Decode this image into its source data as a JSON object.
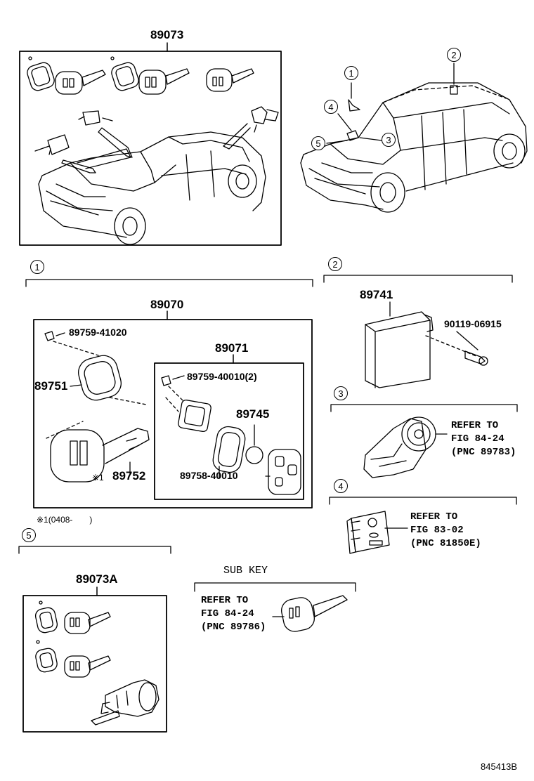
{
  "groups": {
    "top_kit": "89073",
    "transponder_kit": "89070",
    "transmitter_kit": "89071",
    "ecu": "89741",
    "sub_kit": "89073A",
    "sub_key": "SUB KEY"
  },
  "parts": {
    "p89759_41020": "89759-41020",
    "p89751": "89751",
    "p89752": "89752",
    "p89759_40010": "89759-40010(2)",
    "p89745": "89745",
    "p89758_40010": "89758-40010",
    "p90119_06915": "90119-06915"
  },
  "callout_numbers": [
    "1",
    "2",
    "3",
    "4",
    "5"
  ],
  "note_mark": "※1",
  "note_text": "※1(0408-　　)",
  "refs": {
    "r3": [
      "REFER TO",
      "FIG 84-24",
      "(PNC 89783)"
    ],
    "r4": [
      "REFER TO",
      "FIG 83-02",
      "(PNC 81850E)"
    ],
    "rsub": [
      "REFER TO",
      "FIG 84-24",
      "(PNC 89786)"
    ]
  },
  "illustration_code": "845413B"
}
